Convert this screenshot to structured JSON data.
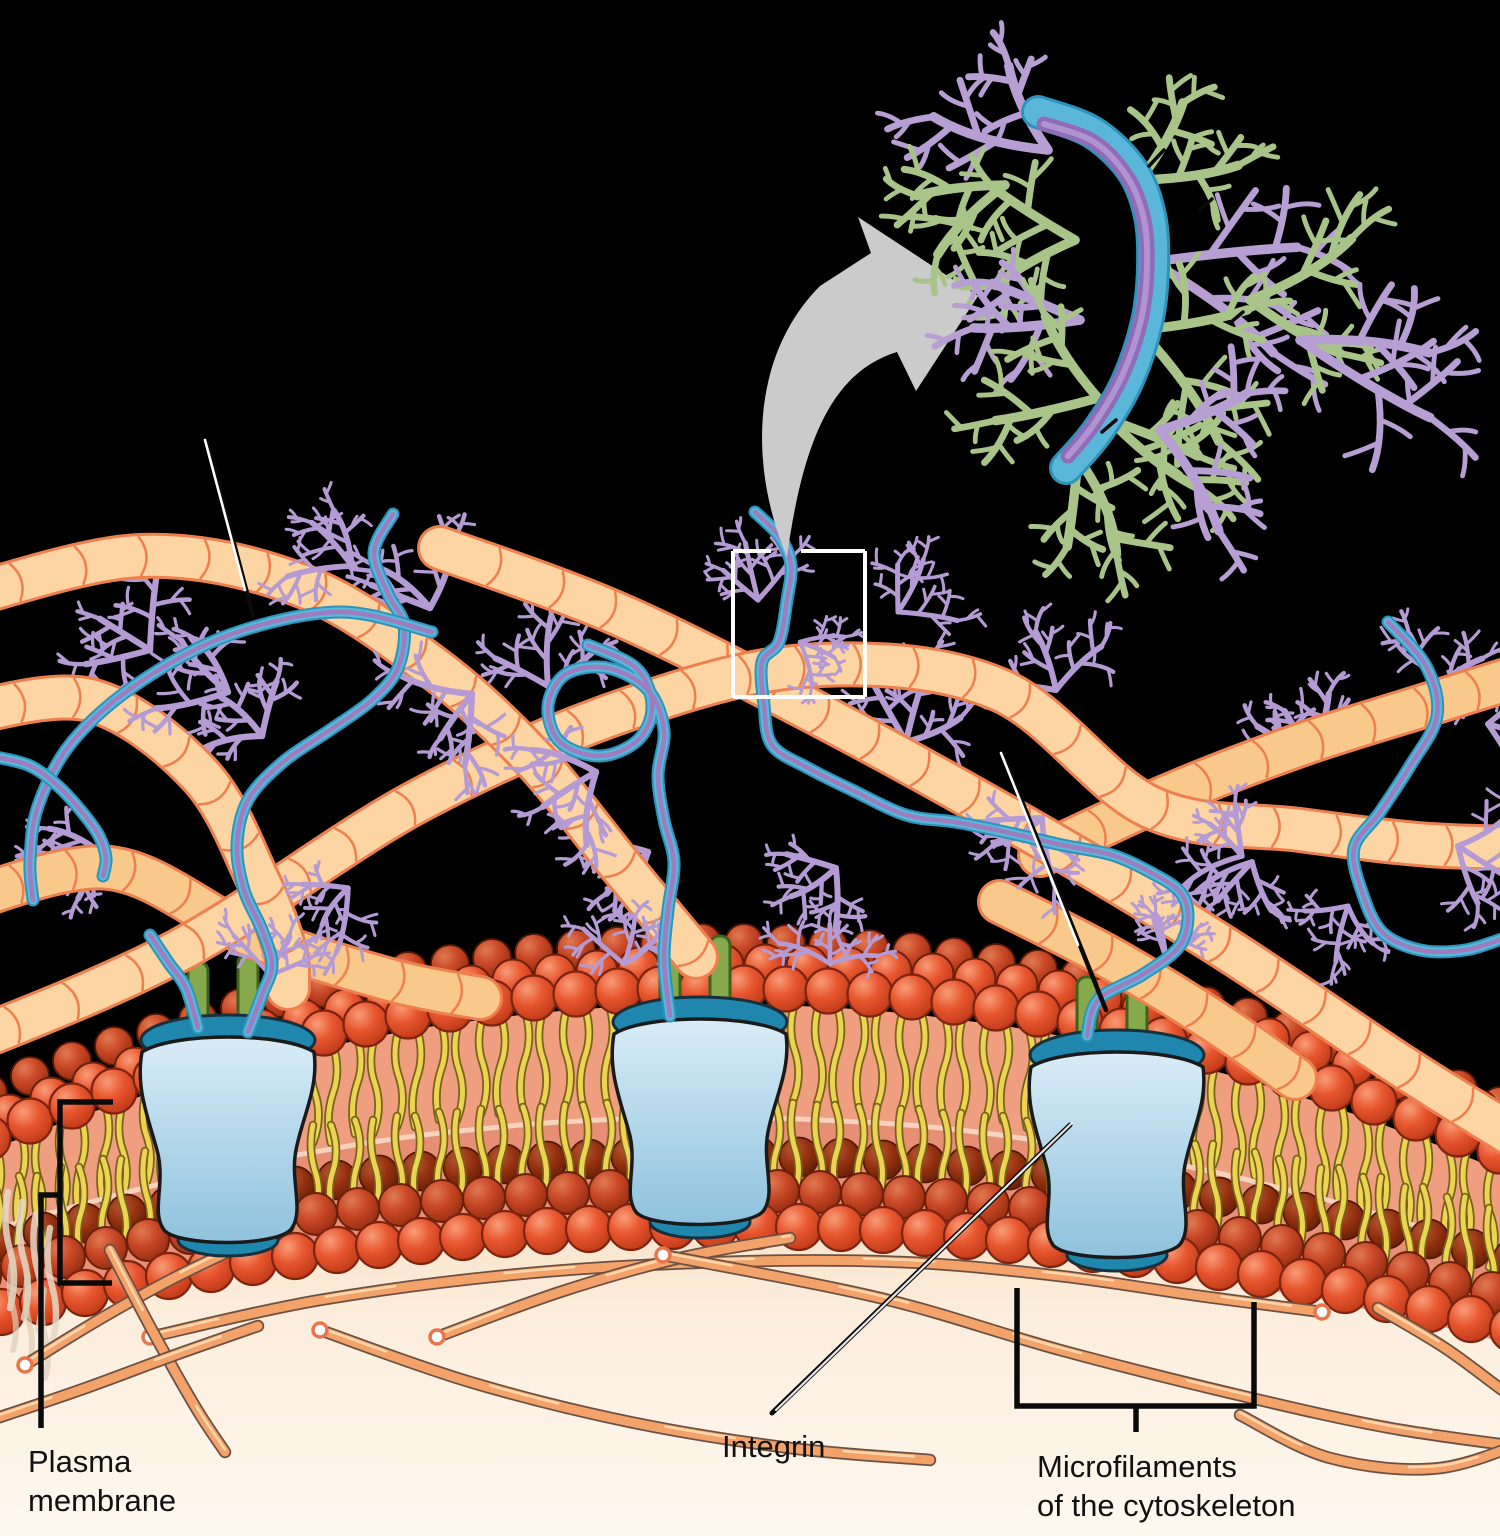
{
  "labels": {
    "plasma_membrane": {
      "line1": "Plasma",
      "line2": "membrane"
    },
    "integrin": "Integrin",
    "microfilaments": {
      "line1": "Microfilaments",
      "line2": "of the cytoskeleton"
    }
  },
  "colors": {
    "background": "#000000",
    "cytoplasm_top": "#f8dcc0",
    "cytoplasm_mid": "#fceedd",
    "cytoplasm_bottom": "#fef8ef",
    "collagen_fill": "#fcd5a2",
    "collagen_fill_deep": "#f9c98c",
    "collagen_outline": "#ee7f4e",
    "fibronectin_edge": "#2e93ba",
    "fibronectin_fill": "#5ab7d9",
    "fibronectin_core": "#9d7cc0",
    "proteoglycan": "#b49bd3",
    "inset_green": "#a9c489",
    "inset_purple": "#b79fd4",
    "inset_core": "#8f6cb8",
    "inset_core_light": "#b193d2",
    "lipid_head_hi": "#f79d78",
    "lipid_head": "#e8562f",
    "lipid_head_deep": "#b93514",
    "lipid_head_rim": "#7c2410",
    "lipid_tail": "#ecd452",
    "lipid_tail_outline": "#77621a",
    "membrane_inner": "#ef9e80",
    "membrane_inner_low": "#e0836a",
    "membrane_midline": "#f6d8c4",
    "integrin_body_hi": "#d9ecf7",
    "integrin_body": "#b3d7ea",
    "integrin_body_low": "#8fc2dd",
    "integrin_dark": "#1f86ae",
    "integrin_outline": "#1a1a1a",
    "stalk_fill": "#85a94b",
    "stalk_outline": "#3f611c",
    "microfilament_fill": "#f3a36a",
    "microfilament_hi": "#fcd6a8",
    "microfilament_outline": "#6b5044",
    "microfilament_tip_ring": "#e8764a",
    "arrow_gray": "#cbcbcb",
    "leader_white": "#ffffff",
    "leader_black": "#0a0a0a",
    "label_text": "#111111"
  }
}
